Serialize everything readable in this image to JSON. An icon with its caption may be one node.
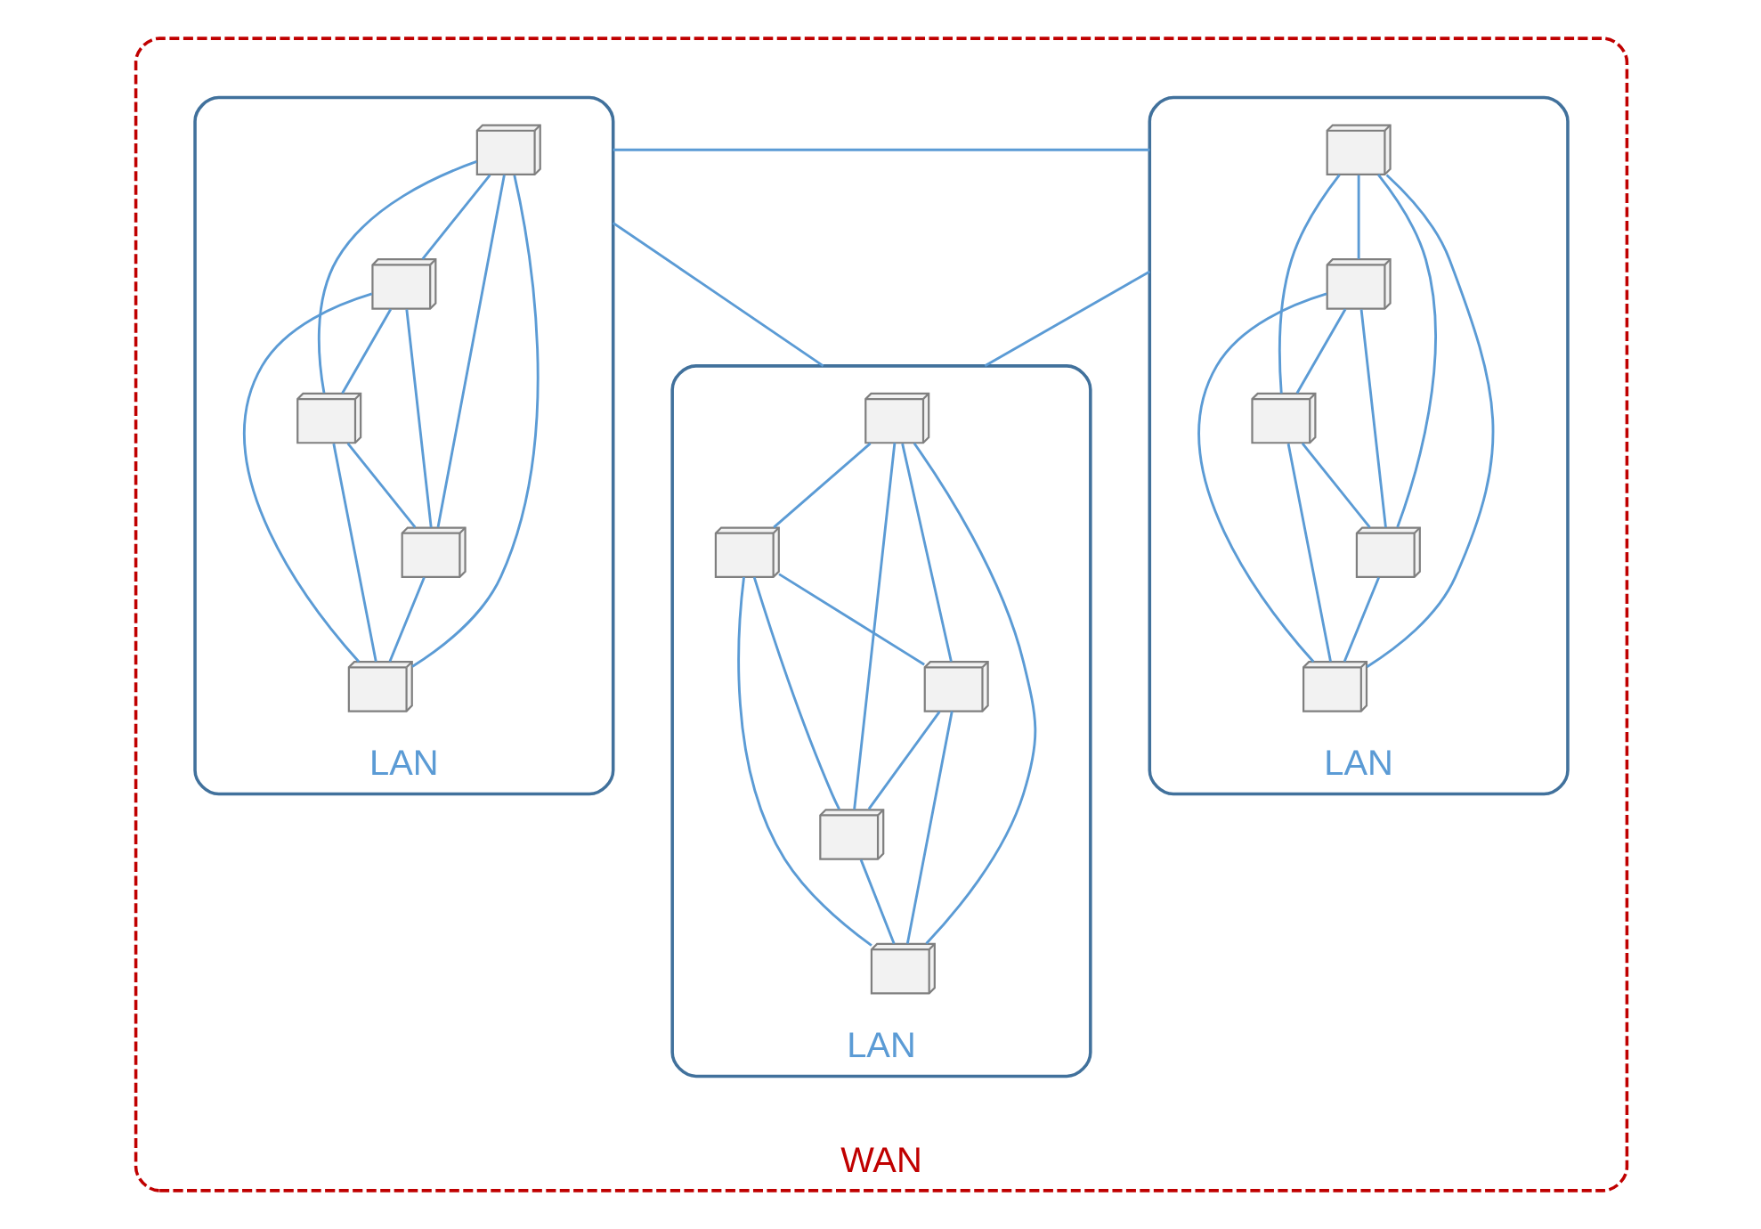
{
  "diagram": {
    "nodes": [
      {
        "text": [
          "WAN"
        ]
      },
      {
        "text": [
          "LAN"
        ],
        "in": 0
      },
      {
        "text": [],
        "shape": "computer",
        "in": 1
      },
      {
        "text": [],
        "shape": "computer",
        "in": 1
      },
      {
        "text": [],
        "shape": "computer",
        "in": 1
      },
      {
        "text": [],
        "shape": "computer",
        "in": 1
      },
      {
        "text": [],
        "shape": "computer",
        "in": 1
      },
      {
        "text": [
          "LAN"
        ],
        "in": 0
      },
      {
        "text": [],
        "shape": "computer",
        "in": 7
      },
      {
        "text": [],
        "shape": "computer",
        "in": 7
      },
      {
        "text": [],
        "shape": "computer",
        "in": 7
      },
      {
        "text": [],
        "shape": "computer",
        "in": 7
      },
      {
        "text": [],
        "shape": "computer",
        "in": 7
      },
      {
        "text": [
          "LAN"
        ],
        "in": 0
      },
      {
        "text": [],
        "shape": "computer",
        "in": 13
      },
      {
        "text": [],
        "shape": "computer",
        "in": 13
      },
      {
        "text": [],
        "shape": "computer",
        "in": 13
      },
      {
        "text": [],
        "shape": "computer",
        "in": 13
      },
      {
        "text": [],
        "shape": "computer",
        "in": 13
      }
    ],
    "edges": [
      {
        "from": 2,
        "to": 3,
        "arrow": "none"
      },
      {
        "from": 2,
        "to": 4,
        "arrow": "none"
      },
      {
        "from": 2,
        "to": 5,
        "arrow": "none"
      },
      {
        "from": 2,
        "to": 6,
        "arrow": "none"
      },
      {
        "from": 3,
        "to": 4,
        "arrow": "none"
      },
      {
        "from": 3,
        "to": 5,
        "arrow": "none"
      },
      {
        "from": 3,
        "to": 6,
        "arrow": "none"
      },
      {
        "from": 4,
        "to": 5,
        "arrow": "none"
      },
      {
        "from": 4,
        "to": 6,
        "arrow": "none"
      },
      {
        "from": 5,
        "to": 6,
        "arrow": "none"
      },
      {
        "from": 8,
        "to": 9,
        "arrow": "none"
      },
      {
        "from": 8,
        "to": 10,
        "arrow": "none"
      },
      {
        "from": 8,
        "to": 11,
        "arrow": "none"
      },
      {
        "from": 8,
        "to": 12,
        "arrow": "none"
      },
      {
        "from": 9,
        "to": 10,
        "arrow": "none"
      },
      {
        "from": 9,
        "to": 11,
        "arrow": "none"
      },
      {
        "from": 9,
        "to": 12,
        "arrow": "none"
      },
      {
        "from": 10,
        "to": 11,
        "arrow": "none"
      },
      {
        "from": 10,
        "to": 12,
        "arrow": "none"
      },
      {
        "from": 11,
        "to": 12,
        "arrow": "none"
      },
      {
        "from": 14,
        "to": 15,
        "arrow": "none"
      },
      {
        "from": 14,
        "to": 16,
        "arrow": "none"
      },
      {
        "from": 14,
        "to": 17,
        "arrow": "none"
      },
      {
        "from": 14,
        "to": 18,
        "arrow": "none"
      },
      {
        "from": 15,
        "to": 16,
        "arrow": "none"
      },
      {
        "from": 15,
        "to": 17,
        "arrow": "none"
      },
      {
        "from": 15,
        "to": 18,
        "arrow": "none"
      },
      {
        "from": 16,
        "to": 17,
        "arrow": "none"
      },
      {
        "from": 16,
        "to": 18,
        "arrow": "none"
      },
      {
        "from": 17,
        "to": 18,
        "arrow": "none"
      },
      {
        "from": 1,
        "to": 7,
        "arrow": "none"
      },
      {
        "from": 1,
        "to": 13,
        "arrow": "none"
      },
      {
        "from": 7,
        "to": 13,
        "arrow": "none"
      }
    ]
  }
}
